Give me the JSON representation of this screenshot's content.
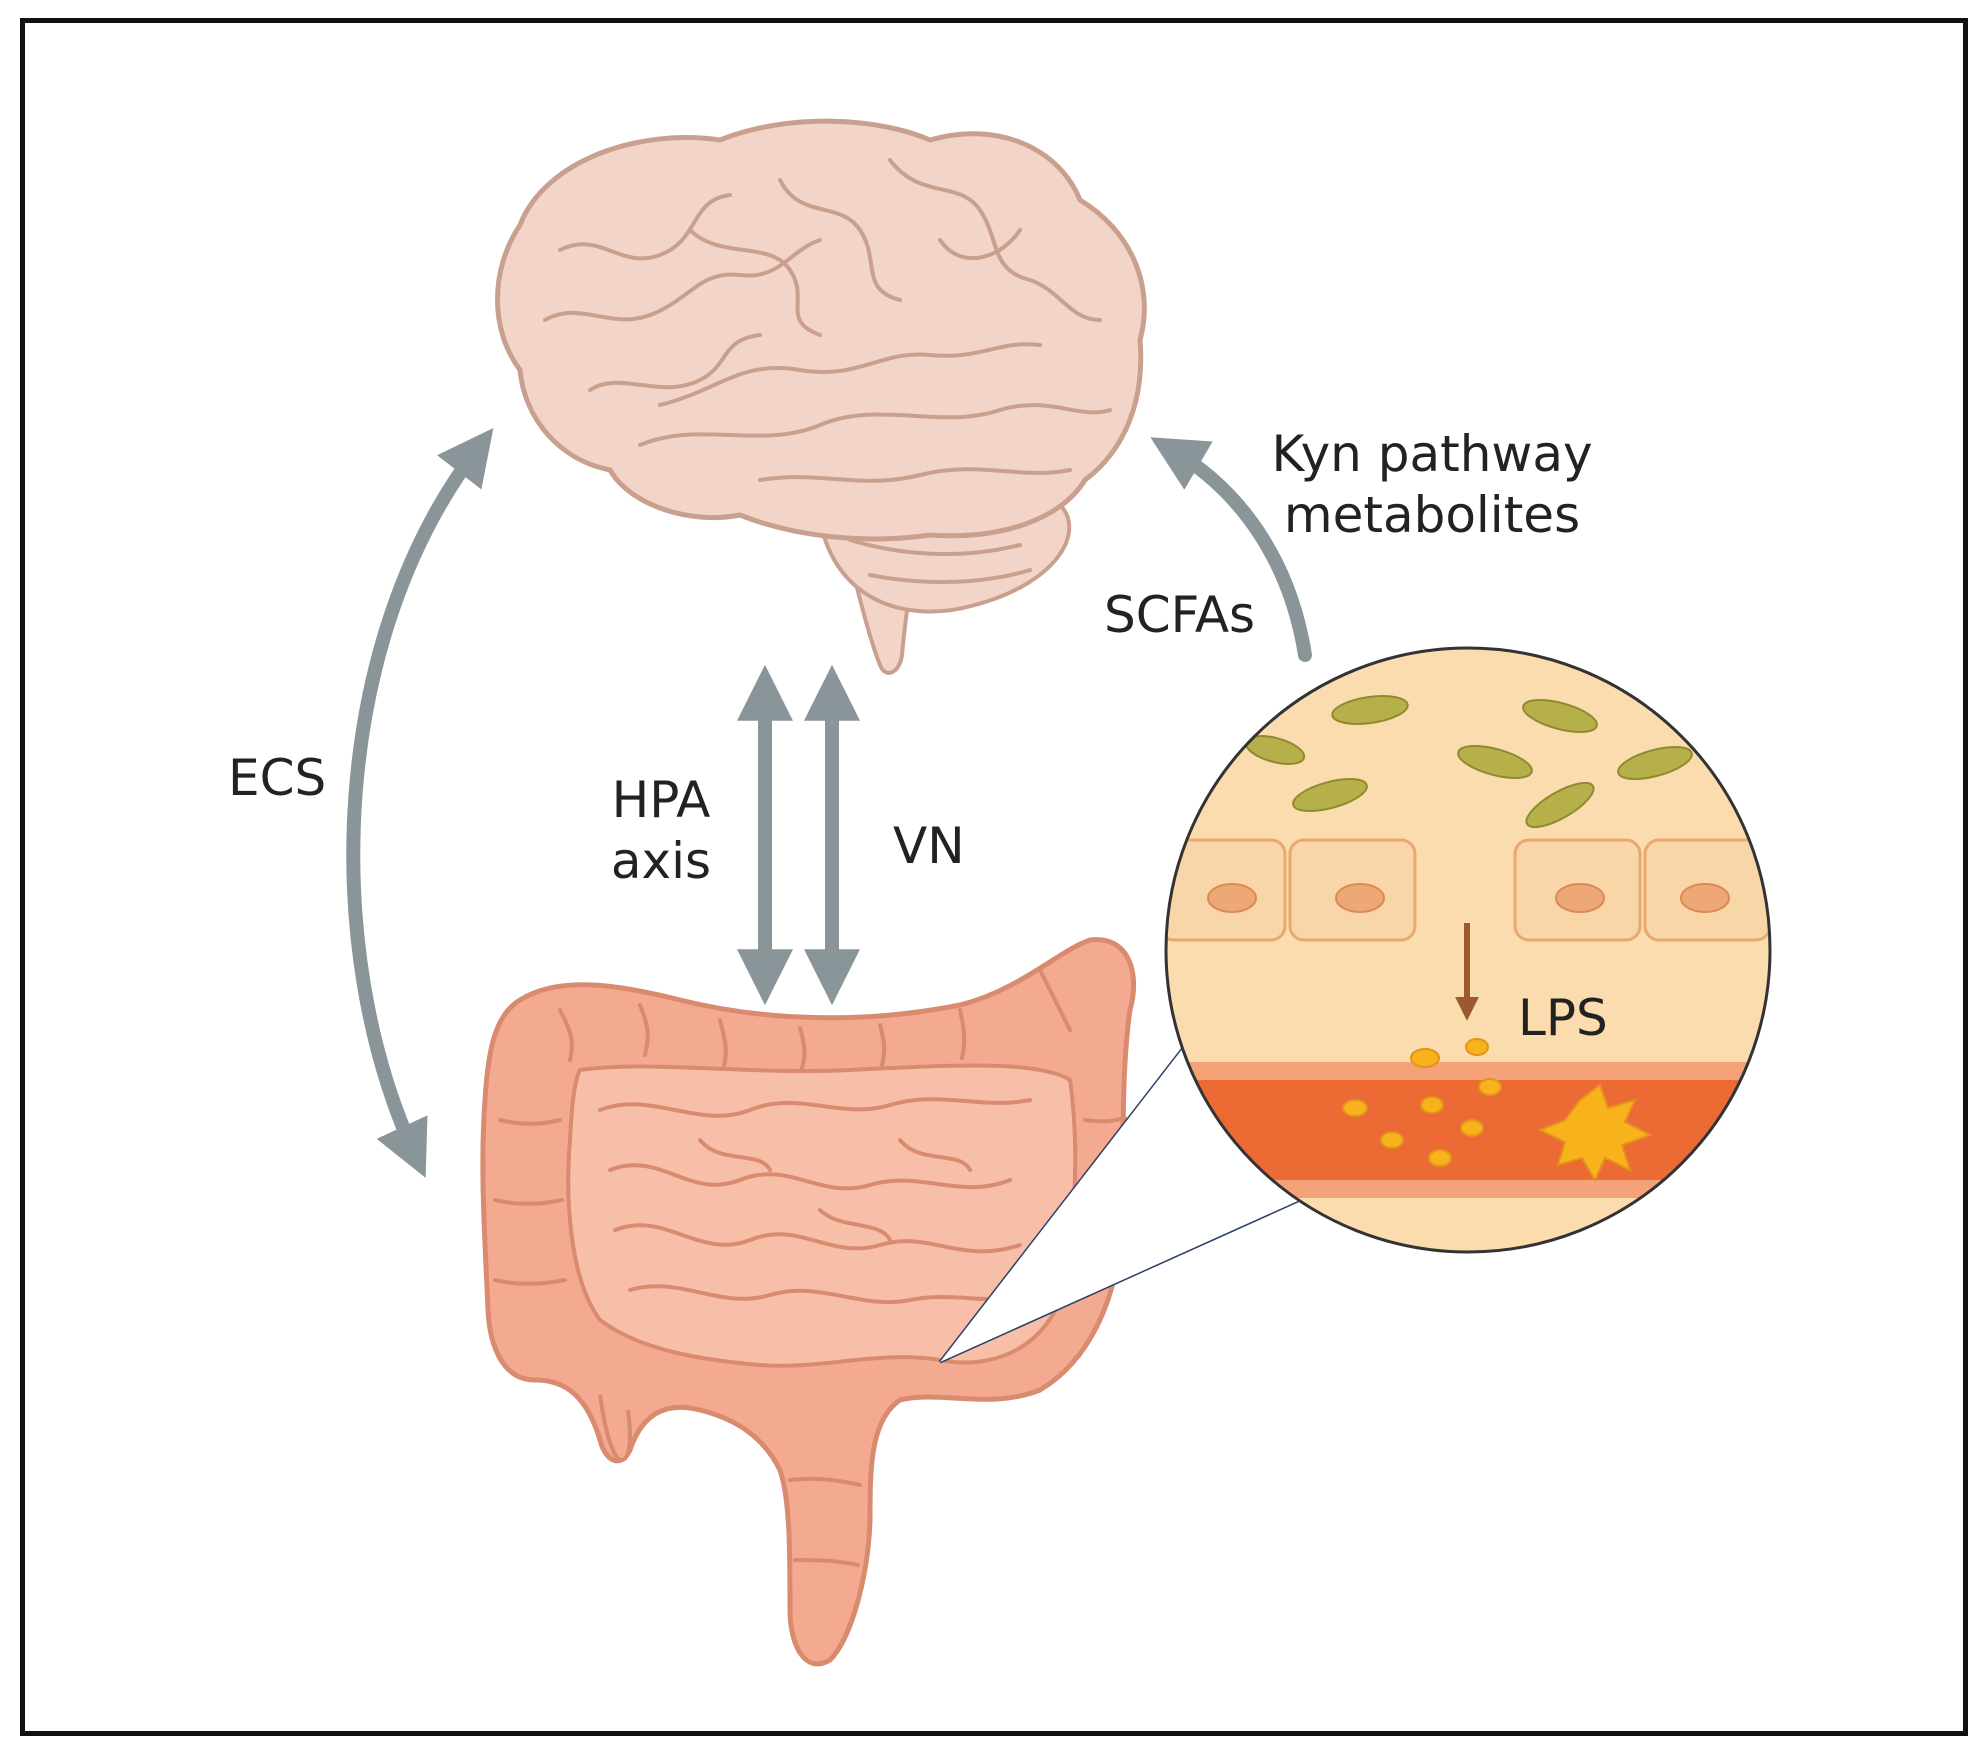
{
  "labels": {
    "ecs": "ECS",
    "hpa_line1": "HPA",
    "hpa_line2": "axis",
    "vn": "VN",
    "scfas": "SCFAs",
    "kyn_line1": "Kyn pathway",
    "kyn_line2": "metabolites",
    "lps": "LPS"
  },
  "colors": {
    "arrow": "#8a9599",
    "brain_fill": "#f2d5c8",
    "brain_stroke": "#c9a08e",
    "gut_fill": "#f4aa90",
    "gut_light": "#f8bfa8",
    "gut_stroke": "#d98b70",
    "lumen": "#fbdcae",
    "bacteria": "#b5b04a",
    "cell": "#f9d6a8",
    "nucleus": "#eea878",
    "vessel": "#ec6b35",
    "lps_arrow": "#9b5a2e",
    "lps_dot": "#f7b21c"
  },
  "icons": [
    "brain-illustration",
    "intestine-illustration",
    "gut-barrier-inset"
  ]
}
